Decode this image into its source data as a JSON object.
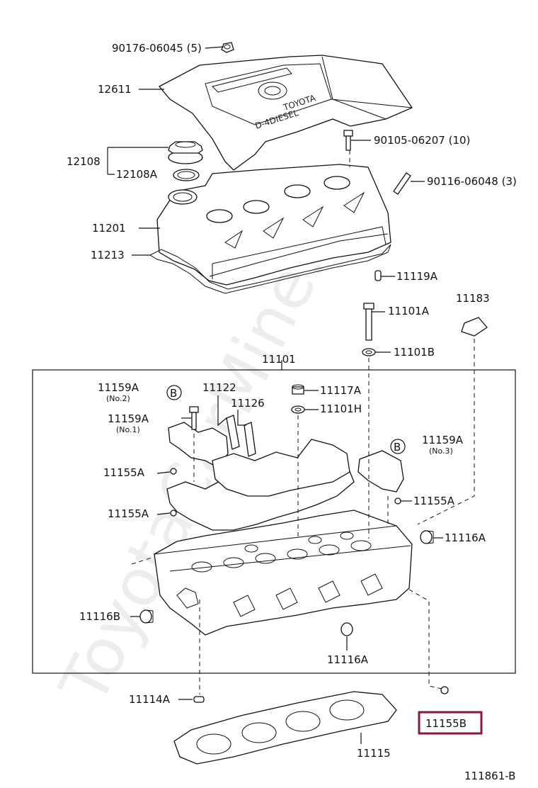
{
  "watermark": "ToyotaCarMine.ru",
  "diagram_code": "111861-B",
  "cover_emblem": [
    "TOYOTA",
    "D-4DIESEL"
  ],
  "callouts": {
    "p90176": "90176-06045 (5)",
    "p12611": "12611",
    "p90105": "90105-06207 (10)",
    "p12108": "12108",
    "p12108a": "12108A",
    "p90116": "90116-06048 (3)",
    "p11201": "11201",
    "p11213": "11213",
    "p11119a": "11119A",
    "p11183": "11183",
    "p11101a": "11101A",
    "p11101b": "11101B",
    "p11101": "11101",
    "p11159a_no2": "11159A",
    "p11159a_no2_sub": "(No.2)",
    "p11122": "11122",
    "p11117a": "11117A",
    "p11126": "11126",
    "p11101h": "11101H",
    "p11159a_no1": "11159A",
    "p11159a_no1_sub": "(No.1)",
    "p11159a_no3": "11159A",
    "p11159a_no3_sub": "(No.3)",
    "p11155a_1": "11155A",
    "p11155a_2": "11155A",
    "p11155a_3": "11155A",
    "p11116a_1": "11116A",
    "p11116b": "11116B",
    "p11116a_2": "11116A",
    "p11114a": "11114A",
    "p11155b": "11155B",
    "p11115": "11115"
  },
  "ref_marks": [
    "B",
    "B"
  ],
  "highlight_color": "#8b1a3a"
}
